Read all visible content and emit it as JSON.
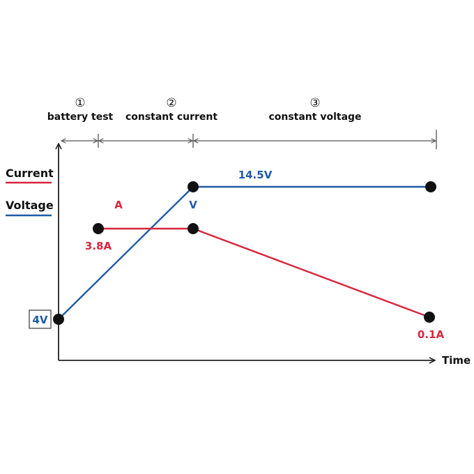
{
  "phases": [
    {
      "number": "①",
      "label": "battery test"
    },
    {
      "number": "②",
      "label": "constant current"
    },
    {
      "number": "③",
      "label": "constant voltage"
    }
  ],
  "legend": {
    "current": {
      "label": "Current",
      "color": "#d7263d"
    },
    "voltage": {
      "label": "Voltage",
      "color": "#1f5aa6"
    }
  },
  "axis": {
    "x_label": "Time"
  },
  "labels": {
    "start_voltage": "4V",
    "current_marker": "A",
    "voltage_marker": "V",
    "current_value": "3.8A",
    "voltage_value": "14.5V",
    "end_current": "0.1A"
  },
  "colors": {
    "axis": "#222222",
    "dot": "#111111",
    "current": "#d7263d",
    "voltage": "#1f5aa6"
  }
}
